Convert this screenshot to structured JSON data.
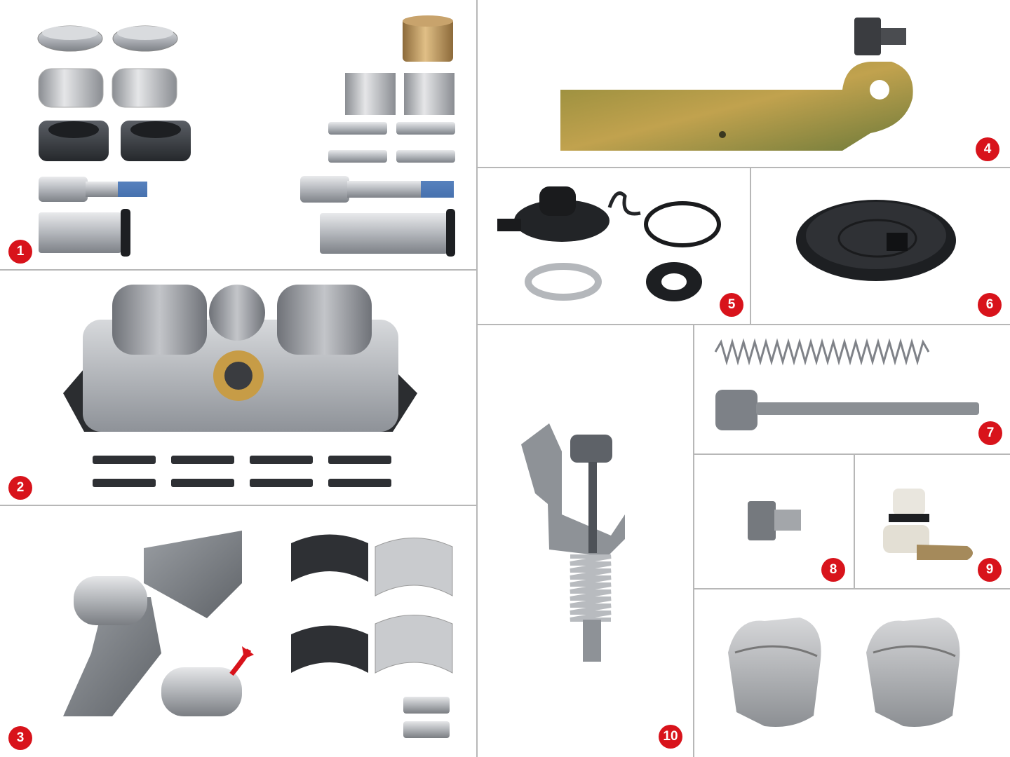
{
  "panels": [
    {
      "label": "1"
    },
    {
      "label": "2"
    },
    {
      "label": "3"
    },
    {
      "label": "4"
    },
    {
      "label": "5"
    },
    {
      "label": "6"
    },
    {
      "label": "7"
    },
    {
      "label": "8"
    },
    {
      "label": "9"
    },
    {
      "label": "10"
    }
  ],
  "colors": {
    "badge": "#d8131b",
    "divider": "#b7b7b7",
    "background": "#ffffff"
  },
  "icons": [
    "up-arrow-icon"
  ]
}
